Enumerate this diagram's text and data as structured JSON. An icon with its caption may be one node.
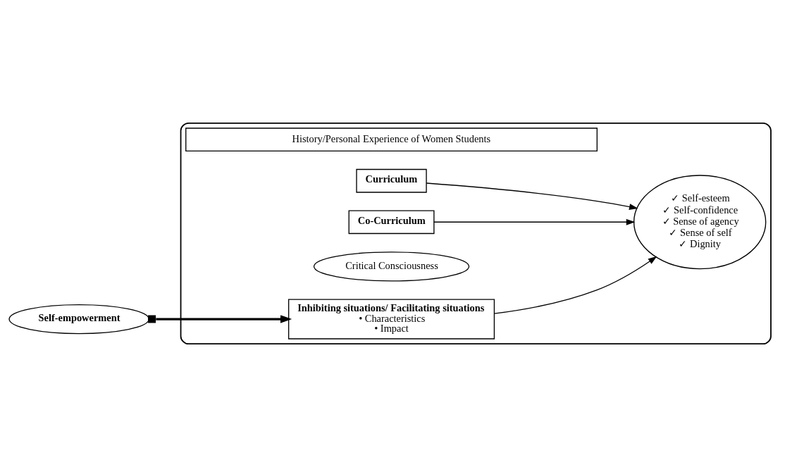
{
  "diagram": {
    "nodes": [
      {
        "text": [],
        "shape": "box"
      },
      {
        "text": [
          "History/Personal Experience of Women Students"
        ],
        "in": 0
      },
      {
        "text": [
          "Curriculum"
        ],
        "in": 0
      },
      {
        "text": [
          "Co-Curriculum"
        ],
        "in": 0
      },
      {
        "text": [
          "✓ Self-esteem",
          "✓ Self-confidence",
          "✓ Sense of agency",
          "✓ Sense of self",
          "✓ Dignity"
        ],
        "in": 0
      },
      {
        "text": [
          "Critical Consciousness"
        ],
        "in": 0
      },
      {
        "text": [
          "Inhibiting situations/ Facilitating situations",
          "• Characteristics",
          "• Impact"
        ],
        "in": 0
      },
      {
        "text": [
          "Self-empowerment"
        ]
      }
    ],
    "edges": [
      {
        "from": 2,
        "to": 4,
        "arrow": "to"
      },
      {
        "from": 3,
        "to": 4,
        "arrow": "to"
      },
      {
        "from": 6,
        "to": 4,
        "arrow": "to"
      },
      {
        "from": 7,
        "to": 6,
        "arrow": "to",
        "style": "thick"
      }
    ]
  }
}
